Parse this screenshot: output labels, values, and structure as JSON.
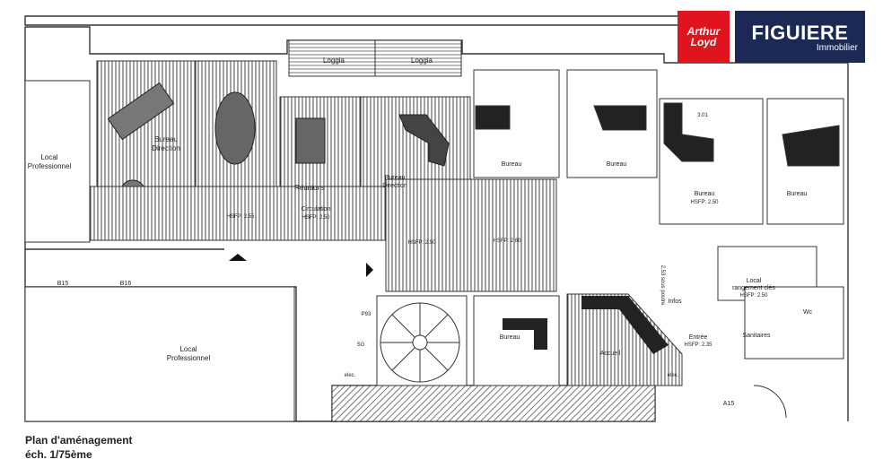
{
  "logo": {
    "arthur_line1": "Arthur",
    "arthur_line2": "Loyd",
    "brand": "FIGUIERE",
    "brand_sub": "Immobilier",
    "arthur_color": "#e0141e",
    "brand_color": "#1b2a55"
  },
  "caption": {
    "line1": "Plan d'aménagement",
    "line2": "éch. 1/75ème"
  },
  "rooms": {
    "loggia_1": "Loggia",
    "loggia_2": "Loggia",
    "local_pro_left_1": "Local",
    "local_pro_left_2": "Professionnel",
    "bureau_direction_1a": "Bureau",
    "bureau_direction_1b": "Direction",
    "reunions": "Réunions",
    "circulation": "Circulation",
    "circulation_hsfp": "HSFP: 2.50",
    "bureau_direction_2a": "Bureau",
    "bureau_direction_2b": "Direction",
    "hsfp_left": "HSFP: 2.55",
    "bureau_a": "Bureau",
    "bureau_b": "Bureau",
    "bureau_c": "Bureau",
    "bureau_c_hsfp": "HSFP: 2.50",
    "bureau_d": "Bureau",
    "hsfp_center": "HSFP: 2.60",
    "hsfp_mid": "HSFP: 2.50",
    "infos": "Infos",
    "local_rangement_1": "Local",
    "local_rangement_2": "rangement clés",
    "local_rangement_hsfp": "HSFP: 2.50",
    "wc": "Wc",
    "sanitaires": "Sanitaires",
    "entree": "Entrée",
    "entree_hsfp": "HSFP: 2.35",
    "accueil": "Accueil",
    "bureau_e": "Bureau",
    "local_pro_bottom_1": "Local",
    "local_pro_bottom_2": "Professionnel",
    "b15": "B15",
    "b16": "B16",
    "a15": "A15",
    "elec1": "elec.",
    "elec2": "elec.",
    "sg": "SG",
    "p93": "P93",
    "dim_301": "3.01",
    "dim_253": "2,53 sous poutre"
  }
}
